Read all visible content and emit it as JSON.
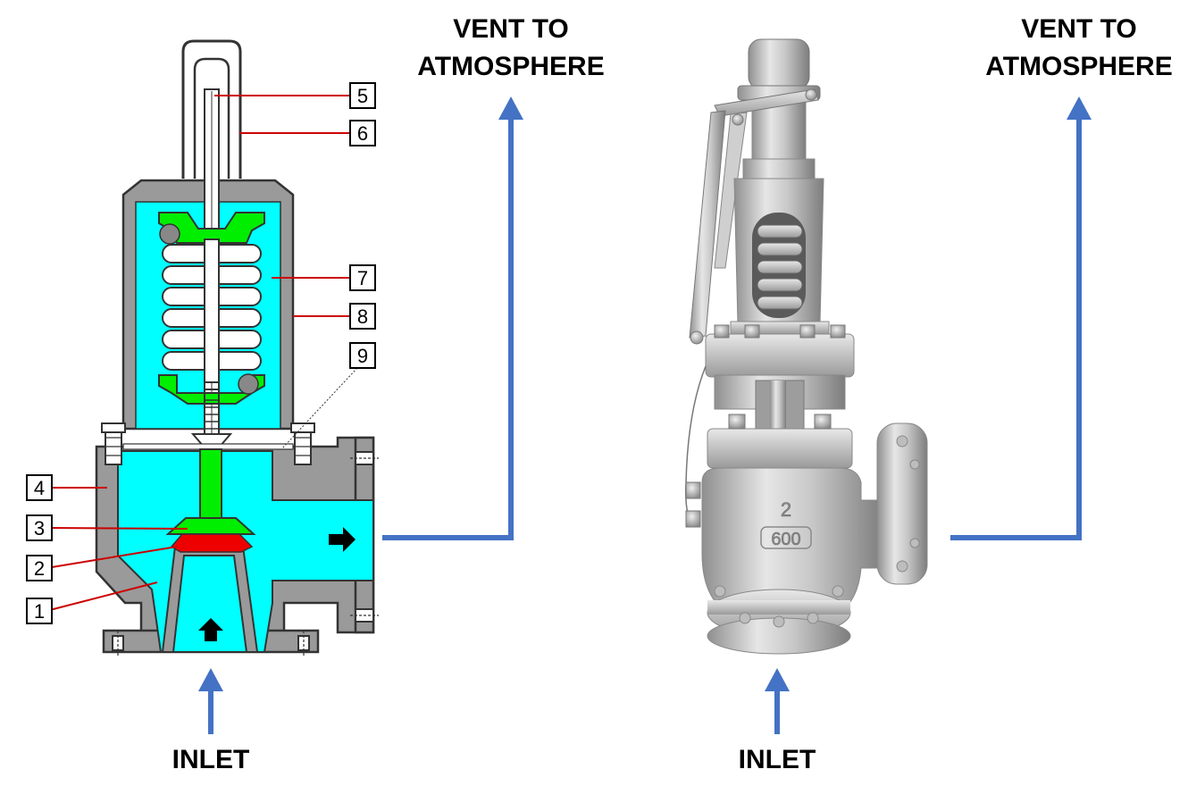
{
  "left_panel": {
    "vent_label_line1": "VENT TO",
    "vent_label_line2": "ATMOSPHERE",
    "inlet_label": "INLET",
    "callouts": [
      "1",
      "2",
      "3",
      "4",
      "5",
      "6",
      "7",
      "8",
      "9"
    ]
  },
  "right_panel": {
    "vent_label_line1": "VENT TO",
    "vent_label_line2": "ATMOSPHERE",
    "inlet_label": "INLET",
    "body_markings": [
      "2",
      "600"
    ]
  },
  "colors": {
    "arrow_blue": "#4472c4",
    "fluid_cyan": "#00ffff",
    "casing_grey": "#9a9a9a",
    "guide_green": "#00ee00",
    "seat_red": "#ee0000",
    "leader_red": "#cc0000",
    "steel_light": "#d9d9d9",
    "steel_dark": "#8a8a8a"
  }
}
